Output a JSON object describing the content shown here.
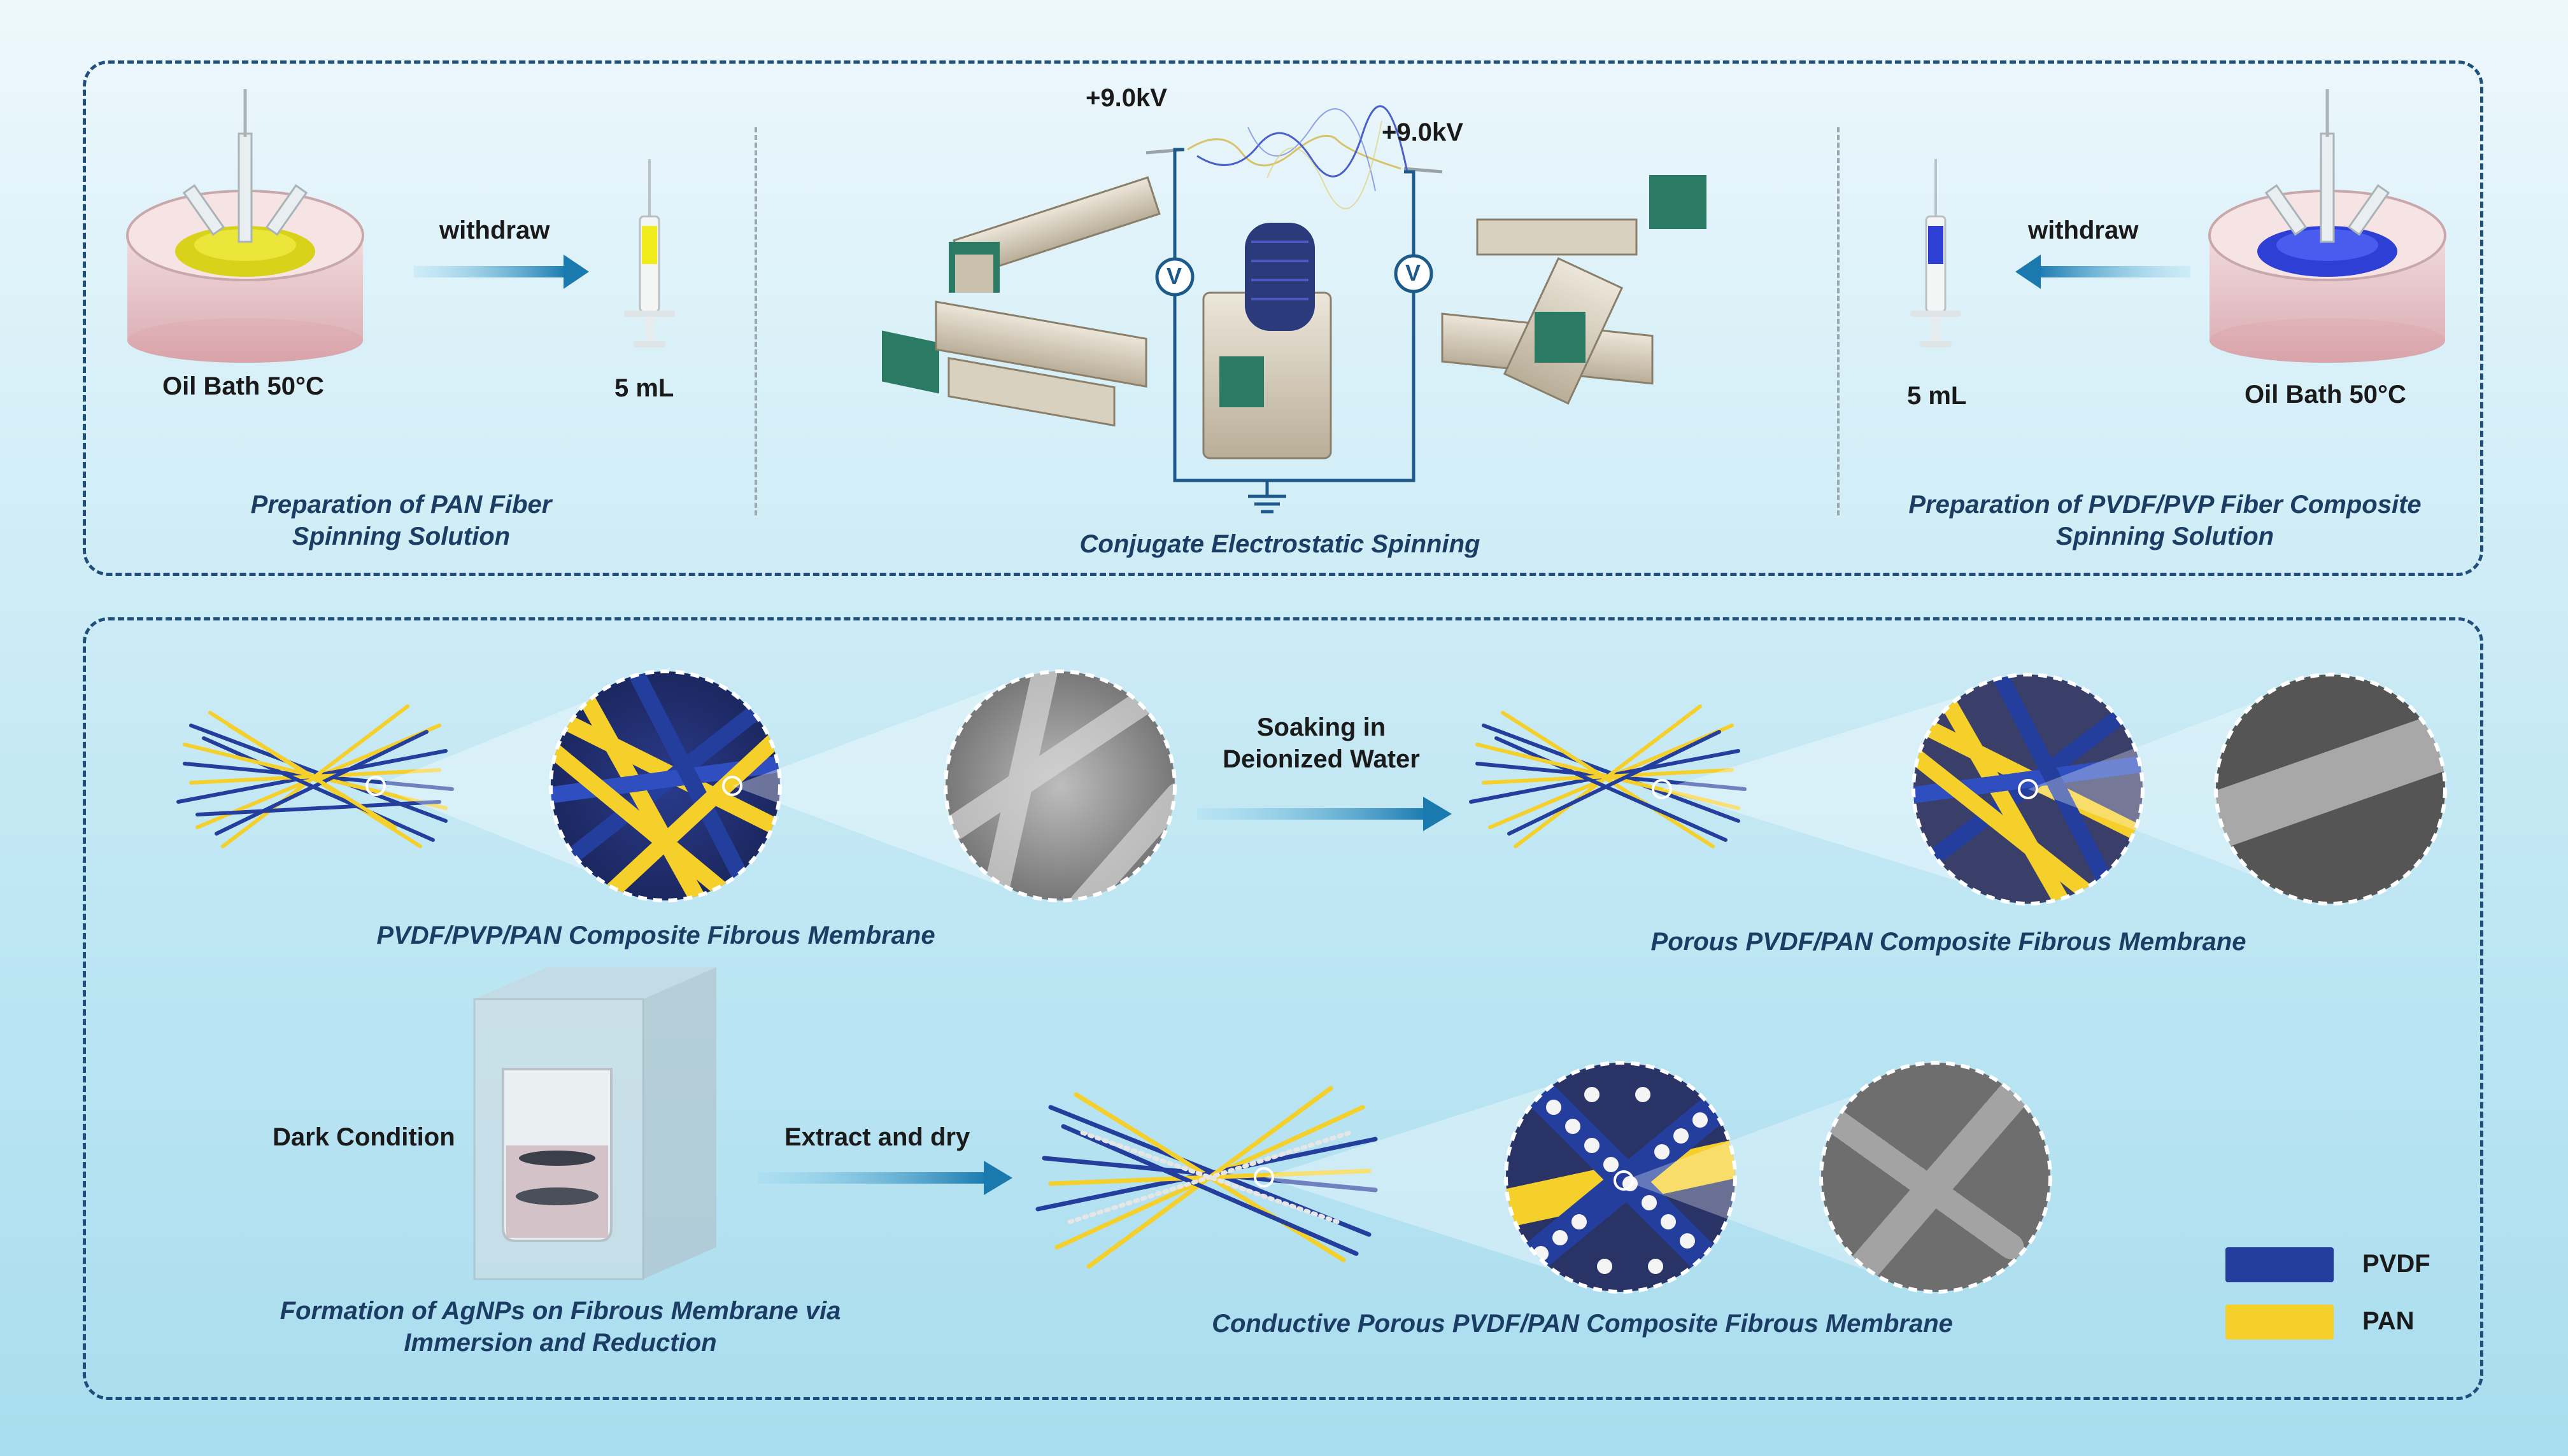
{
  "top_panel": {
    "left_section": {
      "bath_label": "Oil Bath 50°C",
      "arrow_label": "withdraw",
      "syringe_label": "5 mL",
      "caption_line1": "Preparation of PAN Fiber",
      "caption_line2": "Spinning Solution"
    },
    "middle_section": {
      "voltage_left": "+9.0kV",
      "voltage_right": "+9.0kV",
      "meter_symbol": "V",
      "caption": "Conjugate Electrostatic Spinning"
    },
    "right_section": {
      "syringe_label": "5 mL",
      "arrow_label": "withdraw",
      "bath_label": "Oil Bath 50°C",
      "caption_line1": "Preparation of PVDF/PVP Fiber Composite",
      "caption_line2": "Spinning Solution"
    }
  },
  "bottom_panel": {
    "membrane1_caption": "PVDF/PVP/PAN Composite Fibrous Membrane",
    "soak_label_line1": "Soaking in",
    "soak_label_line2": "Deionized Water",
    "membrane2_caption": "Porous PVDF/PAN Composite Fibrous Membrane",
    "dark_label": "Dark Condition",
    "beaker_caption_line1": "Formation of AgNPs on Fibrous Membrane via",
    "beaker_caption_line2": "Immersion and Reduction",
    "extract_label": "Extract and dry",
    "membrane3_caption": "Conductive Porous PVDF/PAN Composite Fibrous Membrane"
  },
  "legend": {
    "items": [
      {
        "label": "PVDF",
        "color": "#233e9c"
      },
      {
        "label": "PAN",
        "color": "#f5cf2a"
      }
    ]
  },
  "colors": {
    "panel_border": "#1f4f7a",
    "arrow": "#1a7ab0",
    "pvdf_solution": "#2e3fd6",
    "pan_solution": "#e8e01a",
    "oil": "#e8b9bd",
    "circuit": "#1d5a8c"
  }
}
